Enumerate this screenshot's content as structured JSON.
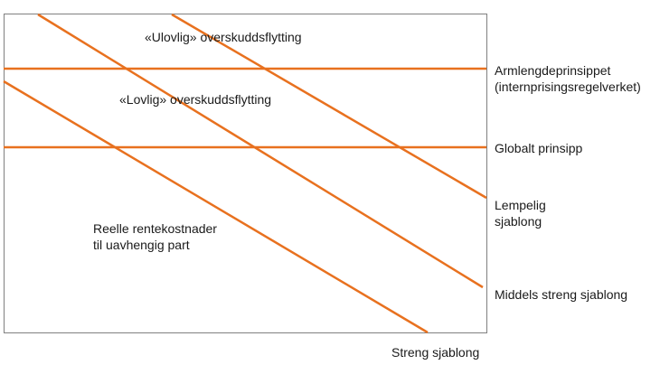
{
  "colors": {
    "line": "#e8711f",
    "frame": "#808080",
    "text": "#1a1a1a",
    "background": "#ffffff"
  },
  "inner_labels": {
    "illegal_shifting": "«Ulovlig» overskuddsflytting",
    "legal_shifting": "«Lovlig» overskuddsflytting",
    "real_interest": [
      "Reelle rentekostnader",
      "til uavhengig part"
    ]
  },
  "line_labels": {
    "arms_length": [
      "Armlengdeprinsippet",
      "(internprisingsregelverket)"
    ],
    "global": "Globalt prinsipp",
    "lenient": [
      "Lempelig",
      "sjablong"
    ],
    "medium": "Middels streng sjablong",
    "strict": "Streng sjablong"
  }
}
